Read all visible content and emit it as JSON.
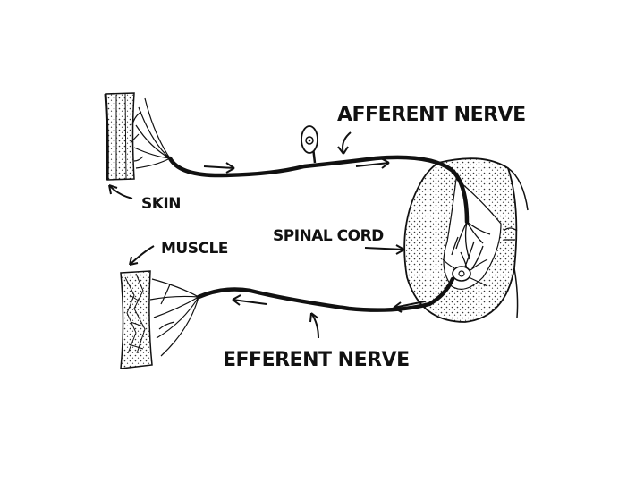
{
  "labels": {
    "afferent_nerve": "AFFERENT NERVE",
    "efferent_nerve": "EFFERENT NERVE",
    "skin": "SKIN",
    "muscle": "MUSCLE",
    "spinal_cord": "SPINAL CORD"
  },
  "colors": {
    "ink": "#111111",
    "background": "#ffffff"
  }
}
